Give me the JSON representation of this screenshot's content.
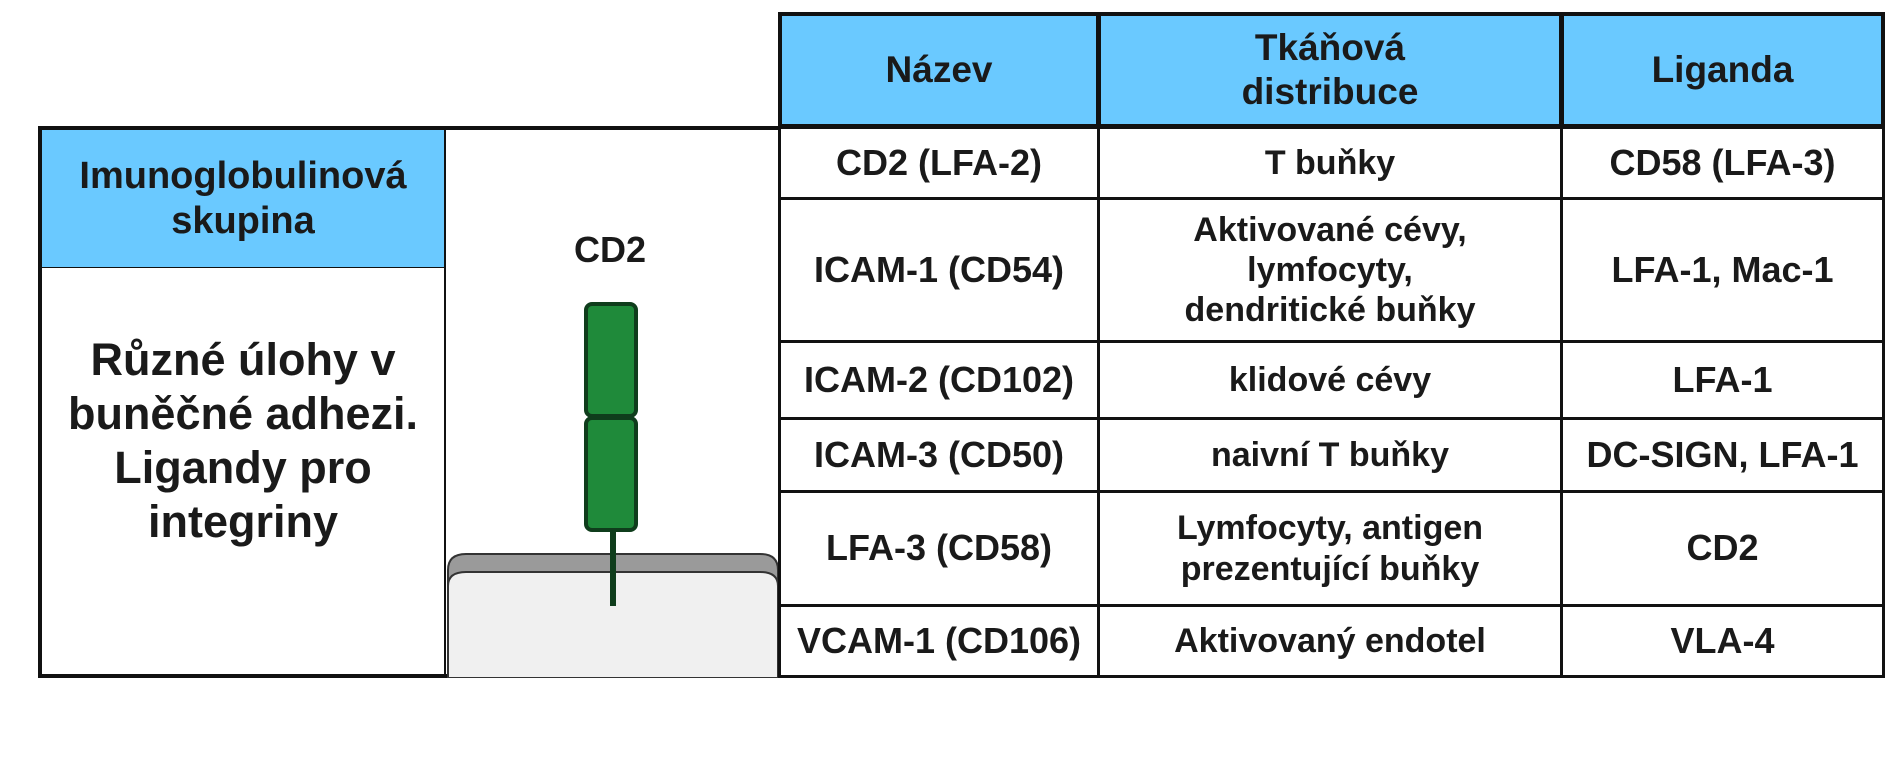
{
  "group": {
    "header": "Imunoglobulinová\nskupina",
    "description": "Různé úlohy v\nbuněčné adhezi.\nLigandy pro\nintegriny",
    "molecule_label": "CD2",
    "colors": {
      "header_bg": "#6ac9ff",
      "domain_fill": "#1f8a3a",
      "domain_stroke": "#0f3d1c",
      "membrane_top": "#9a9a9a",
      "cell_fill": "#f0f0f0"
    }
  },
  "table": {
    "headers": [
      "Název",
      "Tkáňová\ndistribuce",
      "Liganda"
    ],
    "rows": [
      {
        "name": "CD2 (LFA-2)",
        "distribution": "T buňky",
        "ligand": "CD58 (LFA-3)"
      },
      {
        "name": "ICAM-1 (CD54)",
        "distribution": "Aktivované cévy,\nlymfocyty,\ndendritické buňky",
        "ligand": "LFA-1, Mac-1"
      },
      {
        "name": "ICAM-2 (CD102)",
        "distribution": "klidové cévy",
        "ligand": "LFA-1"
      },
      {
        "name": "ICAM-3 (CD50)",
        "distribution": "naivní T buňky",
        "ligand": "DC-SIGN, LFA-1"
      },
      {
        "name": "LFA-3 (CD58)",
        "distribution": "Lymfocyty, antigen\nprezentující buňky",
        "ligand": "CD2"
      },
      {
        "name": "VCAM-1 (CD106)",
        "distribution": "Aktivovaný endotel",
        "ligand": "VLA-4"
      }
    ]
  }
}
